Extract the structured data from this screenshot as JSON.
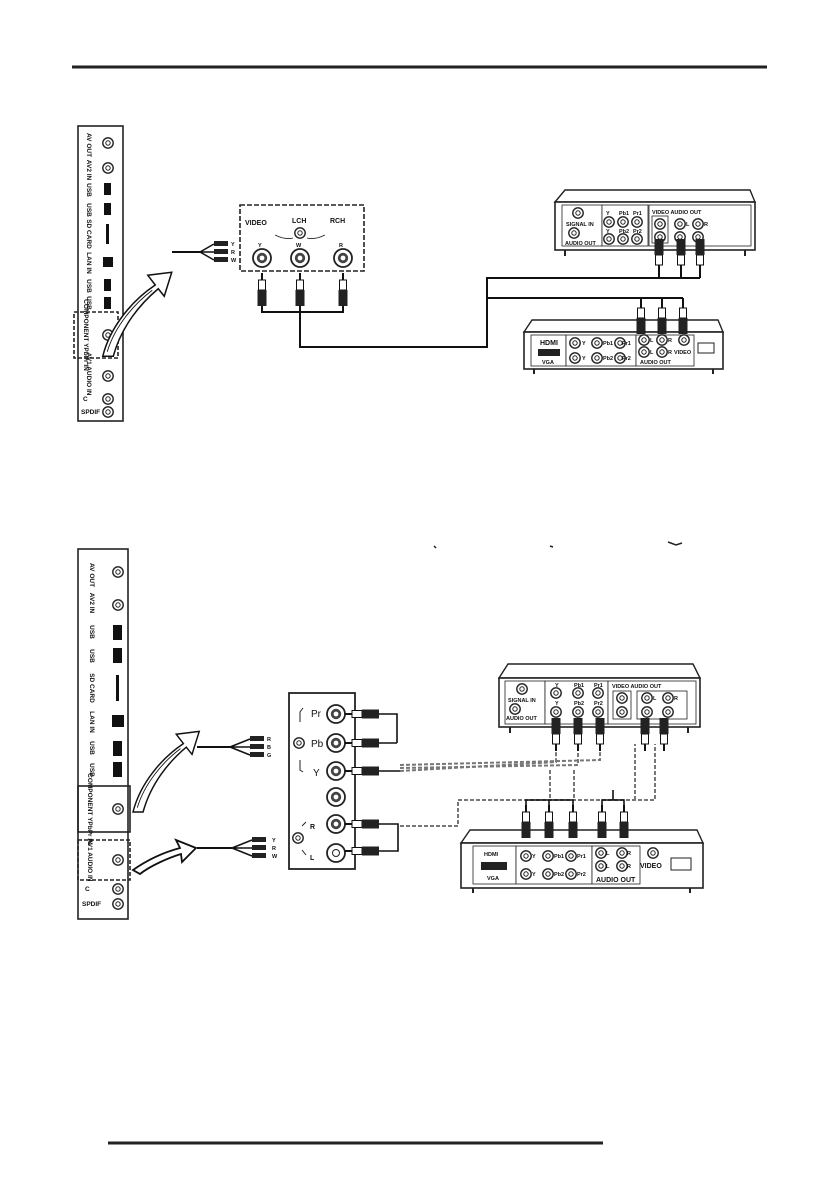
{
  "panel_labels": [
    "AV OUT",
    "AV2 IN",
    "USB",
    "USB",
    "SD CARD",
    "LAN IN",
    "USB",
    "USB",
    "COMPONENT YPbPr IN",
    "AV1 AUDIO IN",
    "C",
    "SPDIF"
  ],
  "diagram1": {
    "plug_letters": [
      "Y",
      "R",
      "W"
    ],
    "av_box": {
      "video": "VIDEO",
      "lch": "LCH",
      "rch": "RCH",
      "jack_y": "Y",
      "jack_w": "W",
      "jack_r": "R"
    },
    "device_top": {
      "signal_in": "SIGNAL IN",
      "audio_out": "AUDIO OUT",
      "y1": "Y",
      "pb1": "Pb1",
      "pr1": "Pr1",
      "y2": "Y",
      "pb2": "Pb2",
      "pr2": "Pr2",
      "video_audio_out": "VIDEO AUDIO OUT",
      "l": "L",
      "r": "R"
    },
    "device_bottom": {
      "hdmi": "HDMI",
      "vga": "VGA",
      "y": "Y",
      "pb1": "Pb1",
      "pr1": "Pr1",
      "pb2": "Pb2",
      "pr2": "Pr2",
      "l": "L",
      "r": "R",
      "audio_out": "AUDIO OUT",
      "video": "VIDEO"
    }
  },
  "diagram2": {
    "plug_letters_top": [
      "R",
      "B",
      "G"
    ],
    "plug_letters_bottom": [
      "Y",
      "R",
      "W"
    ],
    "component_box": {
      "pr": "Pr",
      "pb": "Pb",
      "y": "Y",
      "r": "R",
      "l": "L"
    },
    "device_top": {
      "signal_in": "SIGNAL IN",
      "audio_out": "AUDIO OUT",
      "y1": "Y",
      "pb1": "Pb1",
      "pr1": "Pr1",
      "y2": "Y",
      "pb2": "Pb2",
      "pr2": "Pr2",
      "video_audio_out": "VIDEO AUDIO OUT",
      "l": "L",
      "r": "R"
    },
    "device_bottom": {
      "hdmi": "HDMI",
      "vga": "VGA",
      "y": "Y",
      "pb1": "Pb1",
      "pr1": "Pr1",
      "pb2": "Pb2",
      "pr2": "Pr2",
      "l": "L",
      "r": "R",
      "audio_out": "AUDIO OUT",
      "video": "VIDEO"
    }
  }
}
